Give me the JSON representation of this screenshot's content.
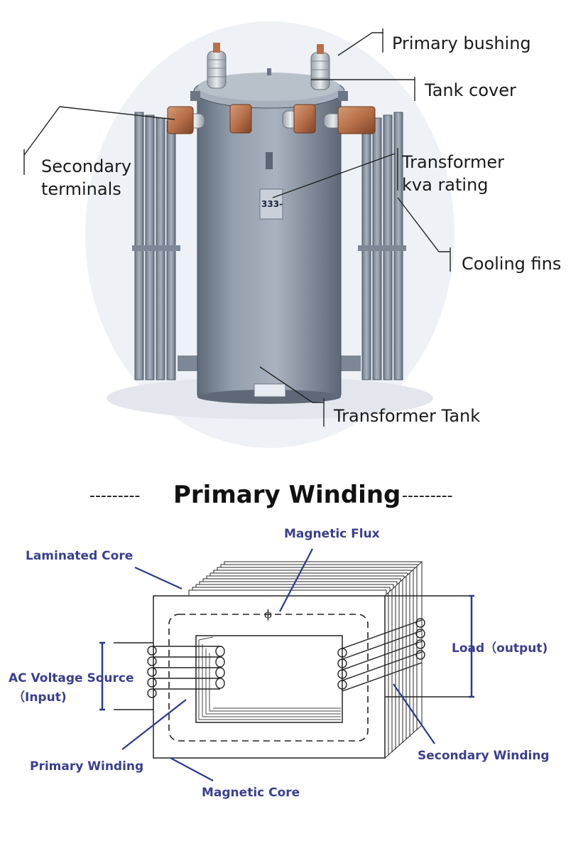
{
  "transformer_photo": {
    "labels": {
      "primary_bushing": "Primary bushing",
      "tank_cover": "Tank cover",
      "secondary_terminals_line1": "Secondary",
      "secondary_terminals_line2": "terminals",
      "kva_rating_line1": "Transformer",
      "kva_rating_line2": "kva rating",
      "cooling_fins": "Cooling fins",
      "transformer_tank": "Transformer Tank"
    },
    "nameplate_text": "333-"
  },
  "section": {
    "dashes_left": "---------",
    "title": "Primary Winding",
    "dashes_right": "---------"
  },
  "core_diagram": {
    "labels": {
      "laminated_core": "Laminated Core",
      "magnetic_flux": "Magnetic Flux",
      "flux_symbol": "ϕ",
      "load": "Load（output)",
      "ac_source_line1": "AC Voltage Source",
      "ac_source_line2": "（Input)",
      "primary_winding": "Primary Winding",
      "secondary_winding": "Secondary Winding",
      "magnetic_core": "Magnetic Core"
    }
  },
  "colors": {
    "label_blue": "#3a3f8f",
    "tank_gray": "#8d97a6",
    "copper": "#b7704a"
  }
}
